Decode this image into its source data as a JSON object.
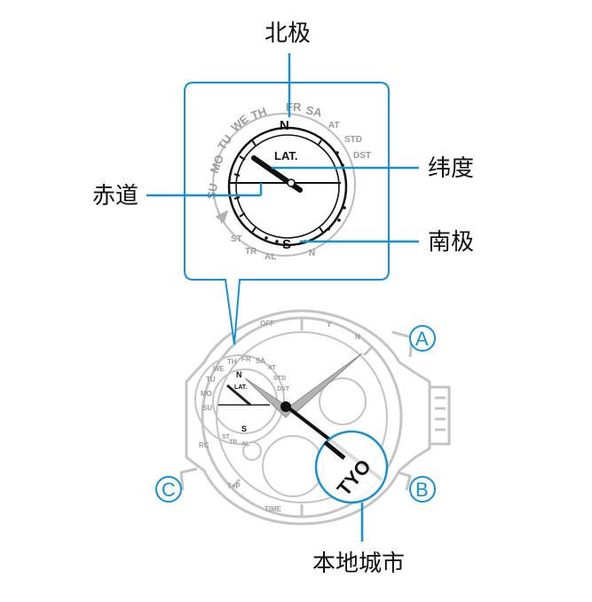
{
  "labels": {
    "north_pole": "北极",
    "equator": "赤道",
    "latitude": "纬度",
    "south_pole": "南极",
    "home_city": "本地城市"
  },
  "dial": {
    "lat": "LAT.",
    "n": "N",
    "s": "S",
    "days": [
      "SU",
      "MO",
      "TU",
      "WE",
      "TH",
      "FR",
      "SA"
    ],
    "right_marks": [
      "AT",
      "STD",
      "DST"
    ],
    "bottom_marks": [
      "ST",
      "TR",
      "AL",
      "N"
    ],
    "bezel_marks": [
      "OFF",
      "Y",
      "N",
      "RC",
      "T+P",
      "TIME"
    ],
    "home_city_code": "TYO"
  },
  "buttons": {
    "a": "A",
    "b": "B",
    "c": "C"
  },
  "colors": {
    "accent": "#1a8fd0",
    "ink": "#111111",
    "grey": "#b5b5b5"
  }
}
